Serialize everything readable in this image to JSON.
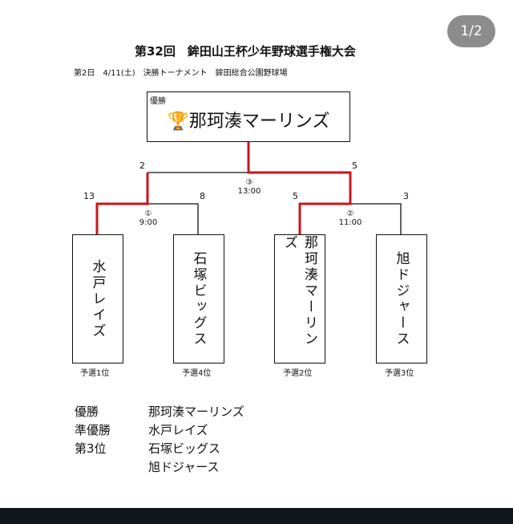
{
  "viewer": {
    "page_indicator": "1/2"
  },
  "title": "第32回　鉾田山王杯少年野球選手権大会",
  "subtitle": "第2日　4/11(土)　決勝トーナメント　鉾田総合公園野球場",
  "champion_box": {
    "label": "優勝",
    "icon": "trophy-icon",
    "name": "那珂湊マーリンズ"
  },
  "teams": [
    {
      "name": "水戸レイズ",
      "rank": "予選1位"
    },
    {
      "name": "石塚ビッグス",
      "rank": "予選4位"
    },
    {
      "name": "那珂湊マーリンズ",
      "rank": "予選2位"
    },
    {
      "name": "旭ドジャース",
      "rank": "予選3位"
    }
  ],
  "matches": [
    {
      "no": "①",
      "time": "9:00",
      "score_left": "13",
      "score_right": "8"
    },
    {
      "no": "②",
      "time": "11:00",
      "score_left": "5",
      "score_right": "3"
    },
    {
      "no": "③",
      "time": "13:00",
      "score_left": "2",
      "score_right": "5"
    }
  ],
  "results": [
    {
      "label": "優勝",
      "team": "那珂湊マーリンズ"
    },
    {
      "label": "準優勝",
      "team": "水戸レイズ"
    },
    {
      "label": "第3位",
      "team": "石塚ビッグス"
    },
    {
      "label": "",
      "team": "旭ドジャース"
    }
  ],
  "colors": {
    "win_line": "#c8161d",
    "line": "#111111"
  }
}
